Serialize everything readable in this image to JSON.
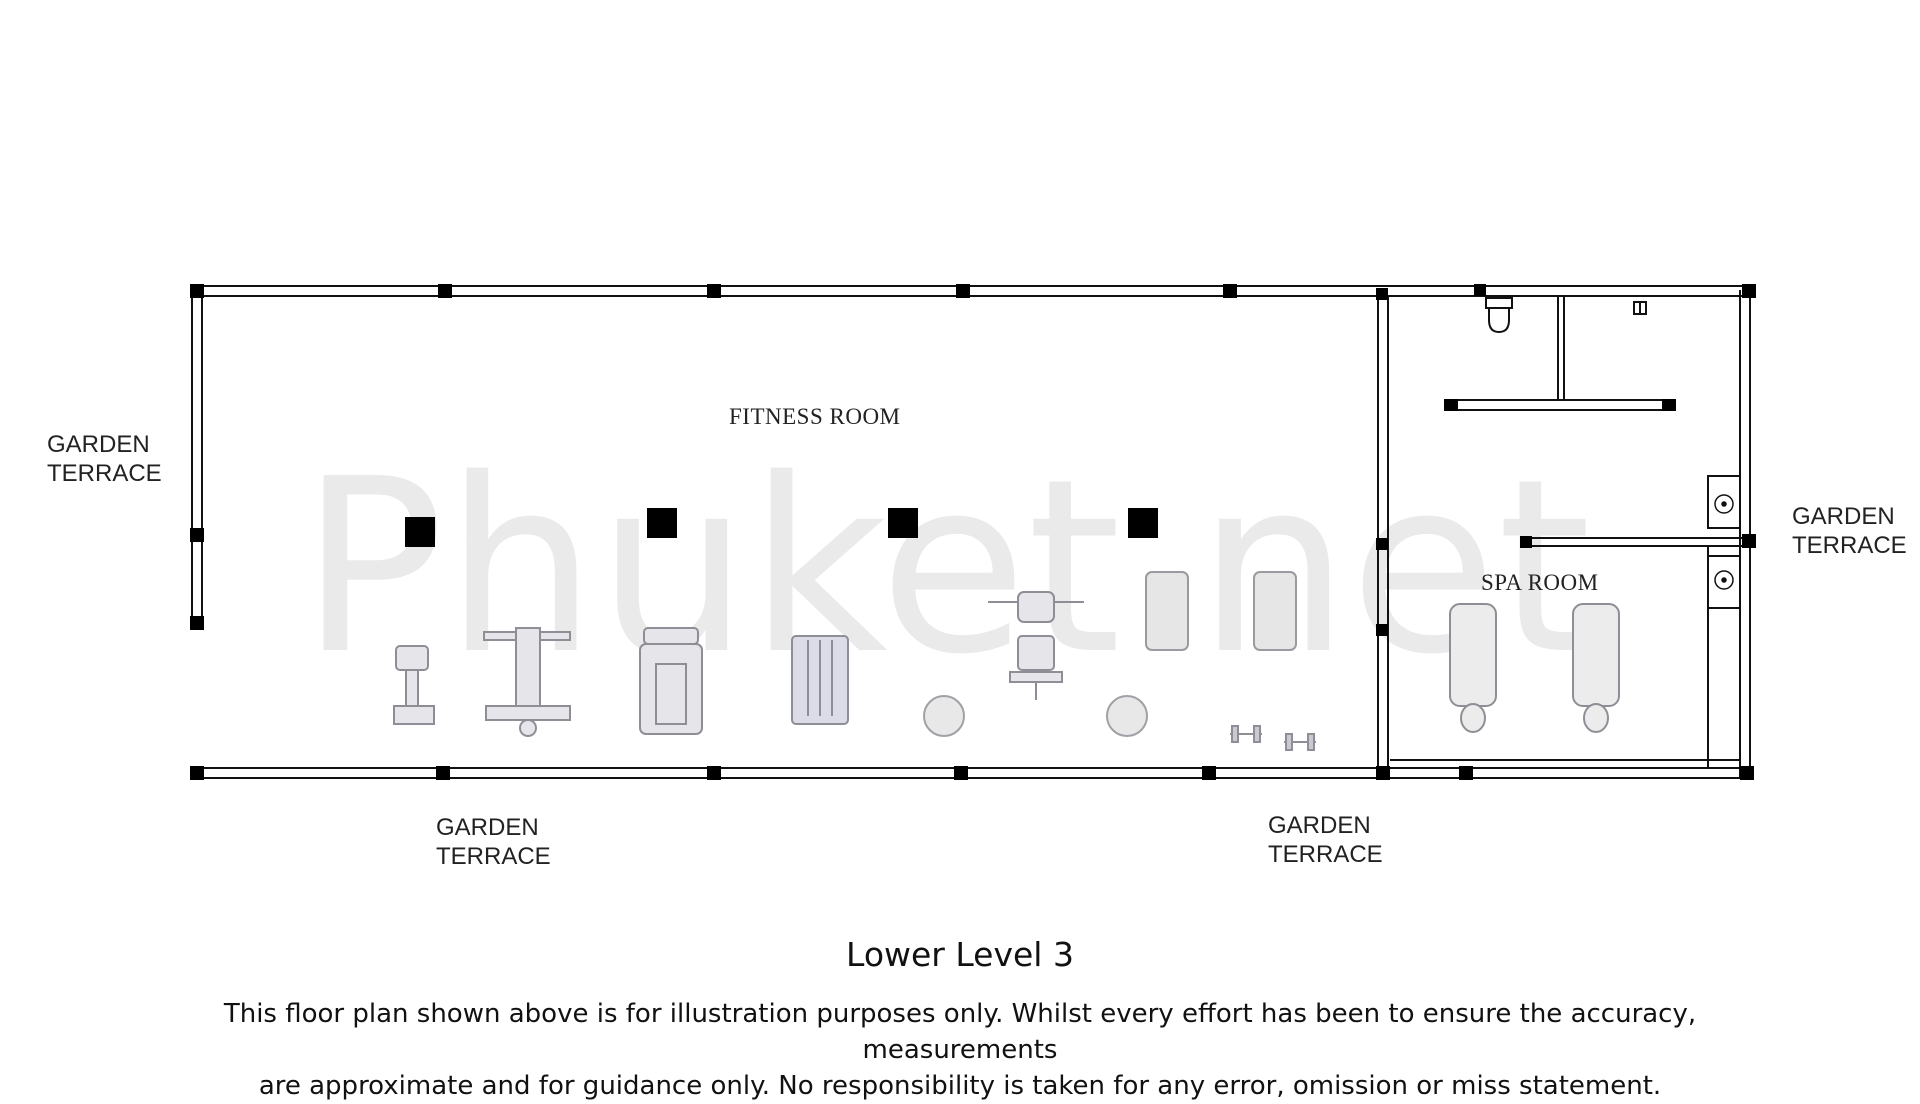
{
  "rooms": {
    "fitness": "FITNESS ROOM",
    "spa": "SPA ROOM"
  },
  "terraces": {
    "left": [
      "GARDEN",
      "TERRACE"
    ],
    "right": [
      "GARDEN",
      "TERRACE"
    ],
    "bottom_left": [
      "GARDEN",
      "TERRACE"
    ],
    "bottom_right": [
      "GARDEN",
      "TERRACE"
    ]
  },
  "watermark": "Phuket.net",
  "footer": {
    "title": "Lower Level 3",
    "line1": "This floor plan shown above is for illustration purposes only. Whilst every effort has been to ensure the accuracy, measurements",
    "line2": "are approximate and for guidance only. No responsibility is taken for any error, omission or miss statement."
  },
  "colors": {
    "wall": "#111111",
    "equipment": "#8e8e96",
    "watermark": "#d9d9d9"
  }
}
